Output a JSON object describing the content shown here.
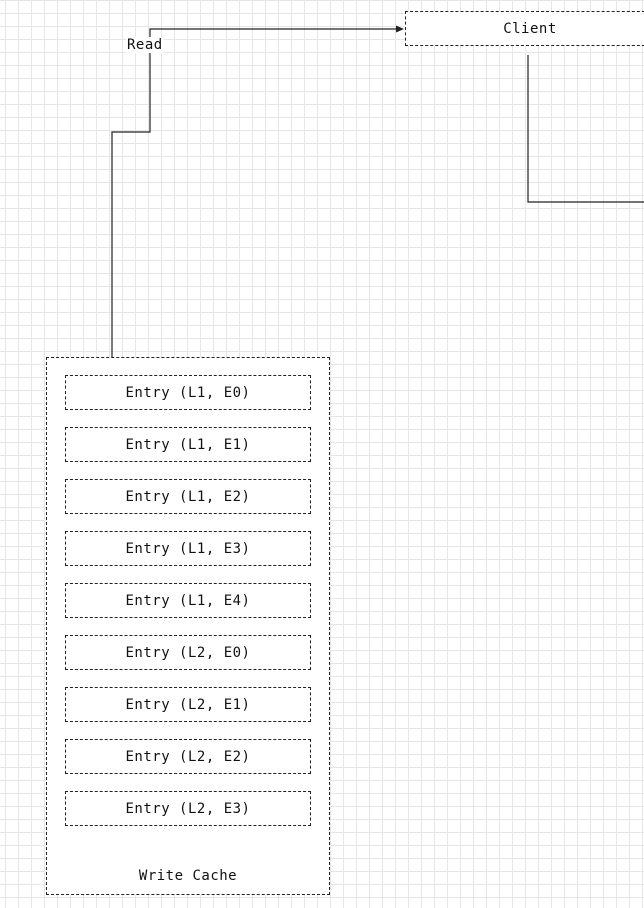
{
  "client": {
    "label": "Client"
  },
  "read_edge": {
    "label": "Read"
  },
  "write_cache": {
    "label": "Write Cache",
    "entries": [
      "Entry (L1, E0)",
      "Entry (L1, E1)",
      "Entry (L1, E2)",
      "Entry (L1, E3)",
      "Entry (L1, E4)",
      "Entry (L2, E0)",
      "Entry (L2, E1)",
      "Entry (L2, E2)",
      "Entry (L2, E3)"
    ]
  }
}
